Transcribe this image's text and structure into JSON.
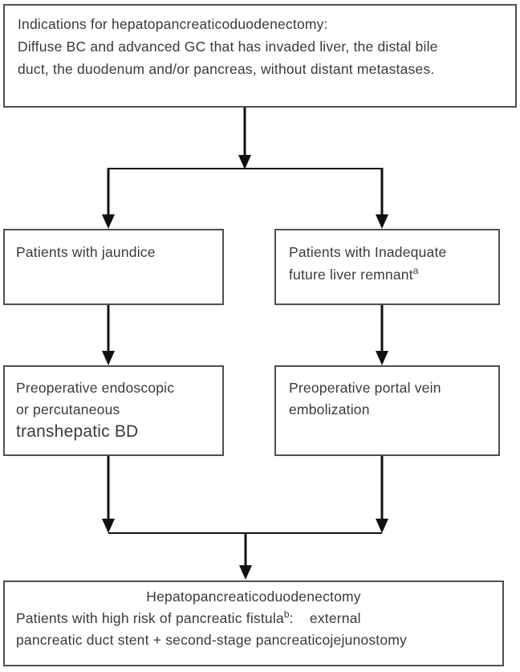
{
  "colors": {
    "box_border": "#4f4f4f",
    "text": "#3a3a3a",
    "arrow": "#101010",
    "background": "#ffffff"
  },
  "nodes": {
    "indications": {
      "lines": [
        "Indications for hepatopancreaticoduodenectomy:",
        "Diffuse BC and advanced GC that has invaded liver, the distal bile",
        "duct, the duodenum and/or pancreas, without distant metastases."
      ]
    },
    "jaundice": {
      "line1": "Patients with jaundice"
    },
    "inadequate_flr": {
      "line1": "Patients with Inadequate",
      "line2": "future liver remnant",
      "superscript": "a"
    },
    "biliary_drainage": {
      "line1": "Preoperative endoscopic",
      "line2": "or percutaneous",
      "line3": "transhepatic BD"
    },
    "portal_vein_embolization": {
      "line1": "Preoperative portal vein",
      "line2": "embolization"
    },
    "final": {
      "title": "Hepatopancreaticoduodenectomy",
      "line2_pre": "Patients with high risk of pancreatic fistula",
      "line2_sup": "b",
      "line2_post": ":    external",
      "line3": "pancreatic duct stent + second-stage pancreaticojejunostomy"
    }
  }
}
